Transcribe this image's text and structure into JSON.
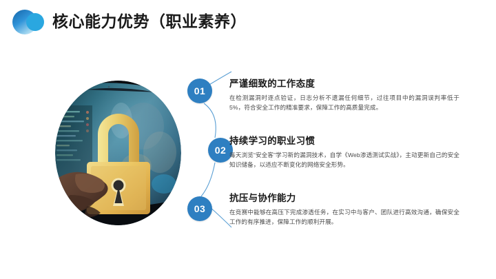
{
  "header": {
    "title": "核心能力优势（职业素养）",
    "logo_icon": "overlapping-circles-logo"
  },
  "photo": {
    "alt_icon": "padlock-in-hand-photo",
    "description": "手持金色挂锁，背景为虚化的办公电脑屏幕"
  },
  "colors": {
    "badge_blue": "#2e7fc1",
    "logo_blue": "#2aa7e0",
    "logo_dark_blue": "#1565a8",
    "connector_line": "#5b9fd4",
    "heading_text": "#1a1a1a",
    "body_text": "#4a4a4a",
    "lock_gold": "#e8bf57",
    "background": "#ffffff"
  },
  "features": [
    {
      "number": "01",
      "heading": "严谨细致的工作态度",
      "body": "在检测漏洞时逐点验证，日志分析不遗漏任何细节，过往项目中的漏洞误判率低于5%，符合安全工作的精准要求，保障工作的高质量完成。"
    },
    {
      "number": "02",
      "heading": "持续学习的职业习惯",
      "body": "每天浏览“安全客”学习新的漏洞技术，自学《Web渗透测试实战》，主动更新自己的安全知识储备，以适应不断变化的网络安全形势。"
    },
    {
      "number": "03",
      "heading": "抗压与协作能力",
      "body": "在竞赛中能够在高压下完成渗透任务，在实习中与客户、团队进行高效沟通，确保安全工作的有序推进，保障工作的顺利开展。"
    }
  ]
}
